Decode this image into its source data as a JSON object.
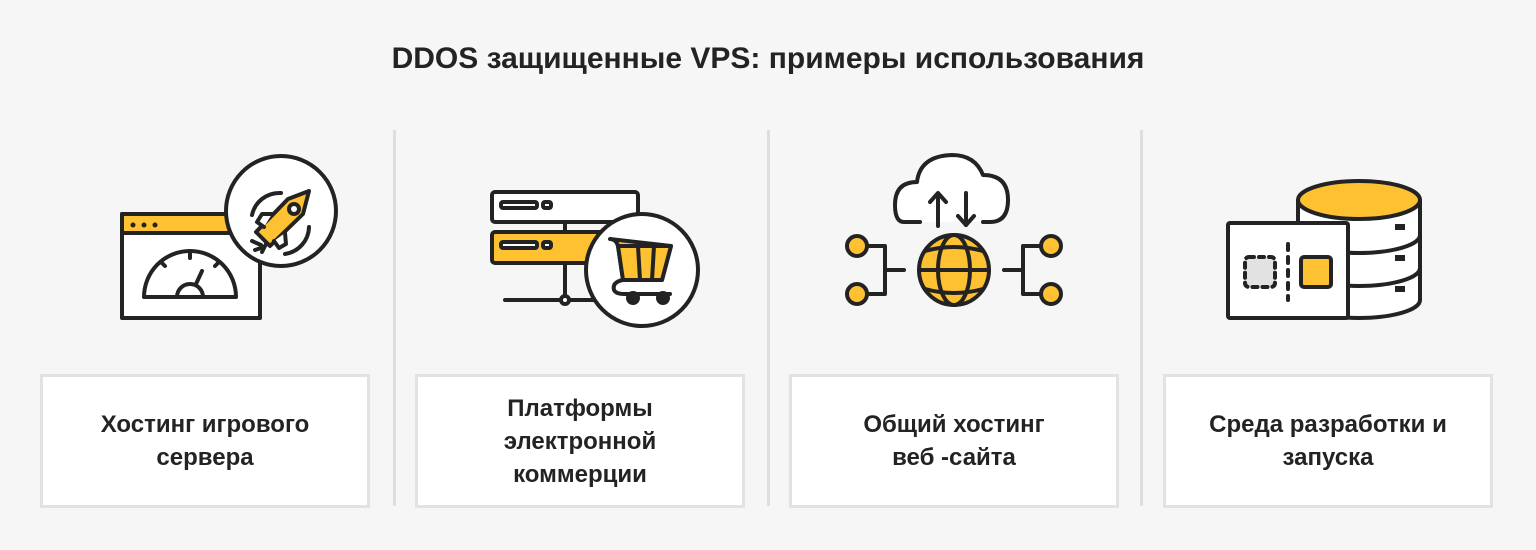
{
  "title": "DDOS защищенные VPS: примеры использования",
  "colors": {
    "accent": "#fdc132",
    "stroke": "#232323",
    "background": "#f6f6f6"
  },
  "items": [
    {
      "label": "Хостинг игрового сервера",
      "icon": "game-server-rocket-icon"
    },
    {
      "label": "Платформы электронной коммерции",
      "icon": "server-cart-icon"
    },
    {
      "label": "Общий хостинг веб -сайта",
      "icon": "cloud-globe-network-icon"
    },
    {
      "label": "Среда разработки и запуска",
      "icon": "database-card-icon"
    }
  ]
}
